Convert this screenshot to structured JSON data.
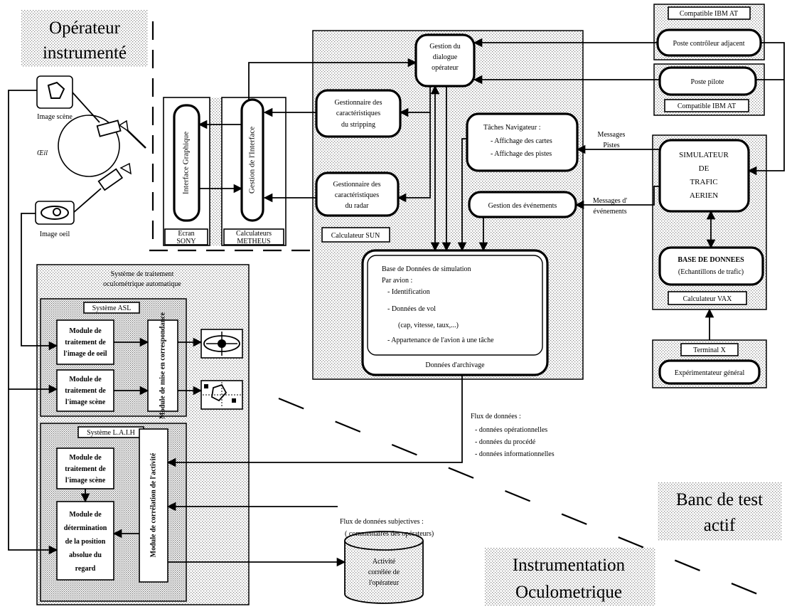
{
  "regions": {
    "operator_title": [
      "Opérateur",
      "instrumenté"
    ],
    "bench_title": [
      "Banc de test",
      "actif"
    ],
    "oculo_title": [
      "Instrumentation",
      "Oculometrique"
    ]
  },
  "operator": {
    "scene_image": "Image scène",
    "eye_image": "Image oeil",
    "eye_scribble": "Œil"
  },
  "metheus": {
    "graphic_interface": "Interface Graphique",
    "sony_screen": [
      "Ecran",
      "SONY"
    ],
    "interface_mgmt": "Gestion de l'Interface",
    "calc_label": [
      "Calculateurs",
      "METHEUS"
    ]
  },
  "sun": {
    "dialog_mgmt": [
      "Gestion du",
      "dialogue",
      "opérateur"
    ],
    "strip_mgr": [
      "Gestionnaire des",
      "caractéristiques",
      "du stripping"
    ],
    "radar_mgr": [
      "Gestionnaire des",
      "caractéristiques",
      "du radar"
    ],
    "nav_tasks": [
      "Tâches Navigateur :",
      "- Affichage des cartes",
      "- Affichage des pistes"
    ],
    "events_mgmt": "Gestion des événements",
    "calc_label": "Calculateur SUN",
    "sim_db": [
      "Base de Données de simulation",
      "Par avion :",
      "- Identification",
      "- Données de vol",
      "(cap, vitesse, taux,...)",
      "- Appartenance de l'avion à une tâche"
    ],
    "archive": "Données d'archivage"
  },
  "right": {
    "ibm1": "Compatible IBM AT",
    "adjacent": "Poste contrôleur adjacent",
    "pilot": "Poste pilote",
    "ibm2": "Compatible IBM AT",
    "msg_tracks": [
      "Messages",
      "Pistes"
    ],
    "msg_events": [
      "Messages d'",
      "événements"
    ],
    "simulator": [
      "SIMULATEUR",
      "DE",
      "TRAFIC",
      "AERIEN"
    ],
    "db": [
      "BASE DE DONNEES",
      "(Echantillons de trafic)"
    ],
    "vax": "Calculateur VAX",
    "terminal": "Terminal X",
    "experimenter": "Expérimentateur général"
  },
  "oculo": {
    "system_title": [
      "Système de traitement",
      "oculométrique automatique"
    ],
    "asl": "Système ASL",
    "eye_module": [
      "Module de",
      "traitement de",
      "l'image de oeil"
    ],
    "scene_module": [
      "Module de",
      "traitement de",
      "l'image scène"
    ],
    "matching": "Module de mise en correspondance",
    "laih": "Système L.A.I.H",
    "scene_module2": [
      "Module de",
      "traitement de",
      "l'image scène"
    ],
    "gaze_module": [
      "Module de",
      "détermination",
      "de la position",
      "absolue du",
      "regard"
    ],
    "correlation": "Module de corrélation de l'activité",
    "activity": [
      "Activité",
      "corrélée de",
      "l'opérateur"
    ]
  },
  "flows": {
    "data_flux": [
      "Flux de données :",
      "- données opérationnelles",
      "- données du procédé",
      "- données informationnelles"
    ],
    "subjective": [
      "Flux de données subjectives :",
      "( commentaires des opérateurs)"
    ]
  }
}
